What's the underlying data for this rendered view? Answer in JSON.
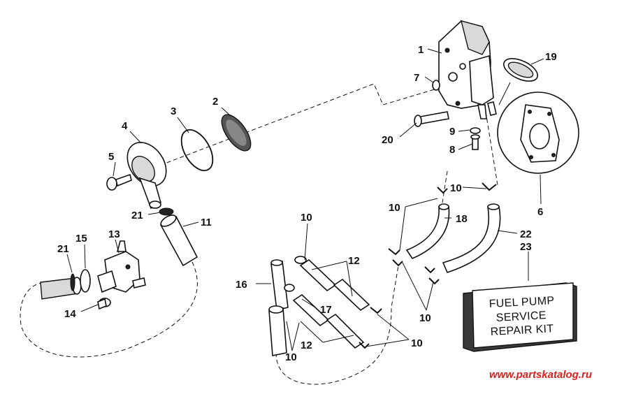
{
  "callouts": {
    "c1": "1",
    "c2": "2",
    "c3": "3",
    "c4": "4",
    "c5": "5",
    "c6": "6",
    "c7": "7",
    "c8": "8",
    "c9": "9",
    "c10a": "10",
    "c10b": "10",
    "c10c": "10",
    "c10d": "10",
    "c10e": "10",
    "c10f": "10",
    "c11": "11",
    "c12a": "12",
    "c12b": "12",
    "c13": "13",
    "c14": "14",
    "c15": "15",
    "c16": "16",
    "c17": "17",
    "c18": "18",
    "c19": "19",
    "c20": "20",
    "c21a": "21",
    "c21b": "21",
    "c22": "22",
    "c23": "23"
  },
  "kit": {
    "line1": "FUEL PUMP",
    "line2": "SERVICE",
    "line3": "REPAIR KIT"
  },
  "watermark": "www.partskatalog.ru"
}
